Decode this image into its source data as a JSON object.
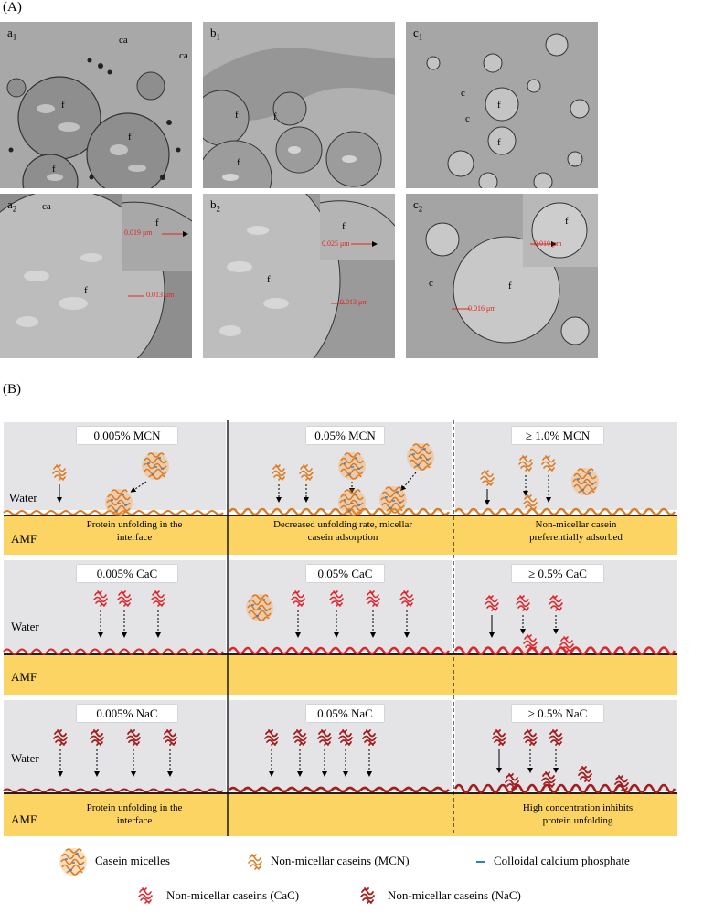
{
  "panel_a": {
    "label": "(A)",
    "images": [
      {
        "id": "a1",
        "sub": "1",
        "base": "a",
        "labels": [
          "ca",
          "ca",
          "f",
          "f",
          "f"
        ]
      },
      {
        "id": "b1",
        "sub": "1",
        "base": "b",
        "labels": [
          "f",
          "f",
          "f"
        ]
      },
      {
        "id": "c1",
        "sub": "1",
        "base": "c",
        "labels": [
          "c",
          "c",
          "f",
          "f"
        ]
      },
      {
        "id": "a2",
        "sub": "2",
        "base": "a",
        "labels": [
          "ca",
          "f",
          "f"
        ],
        "measures": [
          "0.019 μm",
          "0.013 μm"
        ]
      },
      {
        "id": "b2",
        "sub": "2",
        "base": "b",
        "labels": [
          "f",
          "f"
        ],
        "measures": [
          "0.025 μm",
          "0.013 μm"
        ]
      },
      {
        "id": "c2",
        "sub": "2",
        "base": "c",
        "labels": [
          "c",
          "f",
          "f"
        ],
        "measures": [
          "0.010 μm",
          "0.016 μm"
        ]
      }
    ]
  },
  "panel_b": {
    "label": "(B)",
    "water": "Water",
    "amf": "AMF",
    "rows": [
      {
        "cells": [
          {
            "title": "0.005% MCN",
            "caption": "Protein unfolding in the interface"
          },
          {
            "title": "0.05% MCN",
            "caption": "Decreased unfolding rate, micellar casein adsorption"
          },
          {
            "title": "≥ 1.0% MCN",
            "caption": "Non-micellar casein preferentially adsorbed"
          }
        ]
      },
      {
        "cells": [
          {
            "title": "0.005% CaC",
            "caption": ""
          },
          {
            "title": "0.05% CaC",
            "caption": ""
          },
          {
            "title": "≥ 0.5% CaC",
            "caption": ""
          }
        ]
      },
      {
        "cells": [
          {
            "title": "0.005% NaC",
            "caption": "Protein unfolding in the interface"
          },
          {
            "title": "0.05% NaC",
            "caption": ""
          },
          {
            "title": "≥ 0.5% NaC",
            "caption": "High concentration inhibits protein unfolding"
          }
        ]
      }
    ],
    "legend": {
      "casein_micelles": "Casein micelles",
      "mcn": "Non-micellar caseins (MCN)",
      "ccp": "Colloidal calcium phosphate",
      "cac": "Non-micellar caseins (CaC)",
      "nac": "Non-micellar caseins (NaC)"
    },
    "colors": {
      "mcn": "#e07a1f",
      "cac": "#e0242a",
      "nac": "#a51c1c",
      "amf": "#fbd463",
      "cell": "#e4e3e6"
    }
  }
}
